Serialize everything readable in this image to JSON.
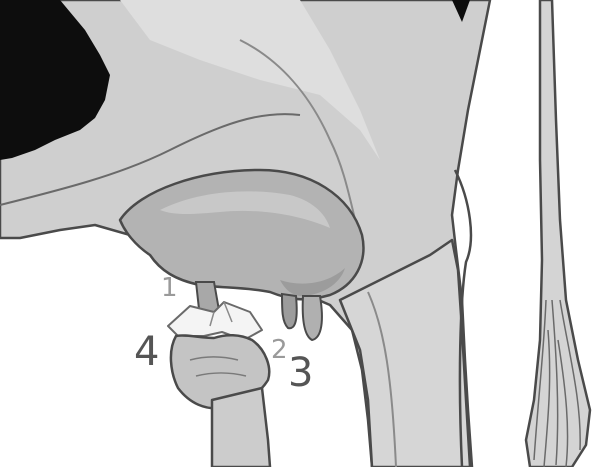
{
  "callouts": {
    "one": "1",
    "two": "2",
    "three": "3",
    "four": "4"
  },
  "colors": {
    "body": "#cfcfcf",
    "body_light": "#dedede",
    "udder": "#b3b3b3",
    "udder_shadow": "#9c9c9c",
    "outline": "#4a4a4a",
    "spot": "#0d0d0d",
    "glove": "#c4c4c4",
    "cloth": "#f4f4f4",
    "tail": "#d4d4d4",
    "label_small": "#9a9a9a",
    "label_large": "#555555"
  }
}
